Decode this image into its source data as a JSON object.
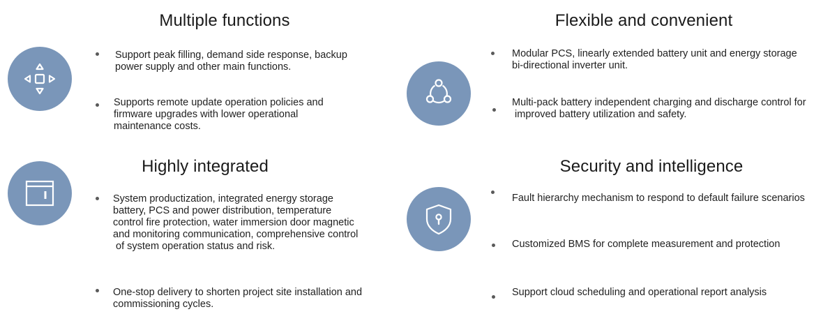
{
  "sections": {
    "multiple_functions": {
      "title": "Multiple functions",
      "icon": "direction-pad-icon",
      "items": [
        {
          "lines": [
            "Support peak filling, demand side response, backup",
            "power supply and other main functions."
          ]
        },
        {
          "lines": [
            "Supports remote update operation policies and",
            "firmware upgrades with lower operational",
            "maintenance costs."
          ]
        }
      ]
    },
    "flexible_convenient": {
      "title": "Flexible and convenient",
      "icon": "network-nodes-icon",
      "items": [
        {
          "lines": [
            "Modular PCS, linearly extended battery unit and energy storage",
            "bi-directional inverter unit."
          ]
        },
        {
          "lines": [
            "Multi-pack battery independent charging and discharge control for",
            " improved battery utilization and safety."
          ]
        }
      ]
    },
    "highly_integrated": {
      "title": "Highly integrated",
      "icon": "cabinet-icon",
      "items": [
        {
          "lines": [
            "System productization, integrated energy storage",
            "battery, PCS and power distribution, temperature",
            "control fire protection, water immersion door magnetic",
            "and monitoring communication, comprehensive control",
            " of system operation status and risk."
          ]
        },
        {
          "lines": [
            "One-stop delivery to shorten project site installation and",
            "commissioning cycles."
          ]
        }
      ]
    },
    "security_intelligence": {
      "title": "Security and intelligence",
      "icon": "shield-lock-icon",
      "items": [
        {
          "lines": [
            "Fault hierarchy mechanism to respond to default failure scenarios"
          ]
        },
        {
          "lines": [
            "Customized BMS for complete measurement and protection"
          ]
        },
        {
          "lines": [
            "Support cloud scheduling and operational report analysis"
          ]
        }
      ]
    }
  },
  "colors": {
    "icon_circle": "#7a96b9",
    "bullet": "#5a5a5a",
    "text": "#1f1f1f"
  }
}
